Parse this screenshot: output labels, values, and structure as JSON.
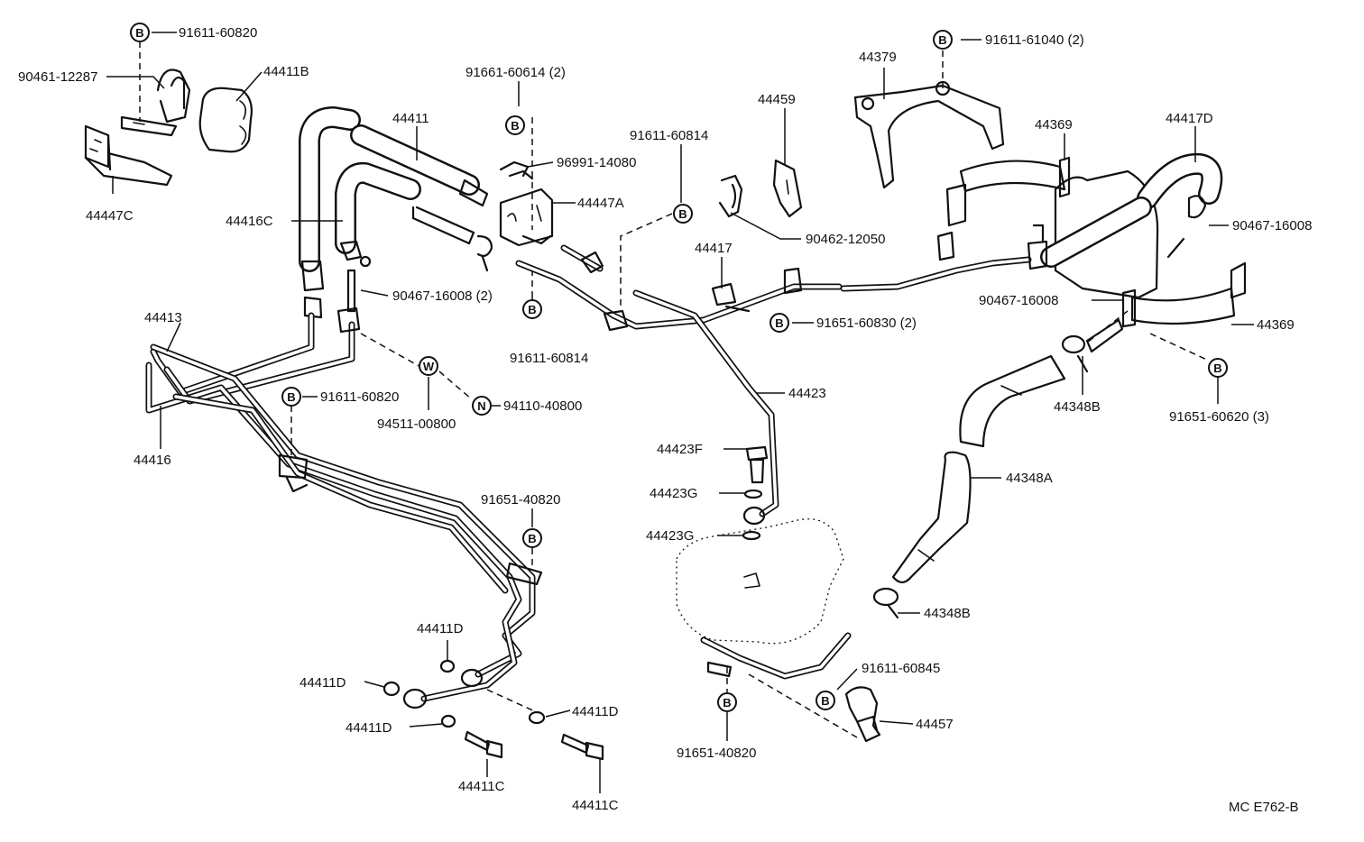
{
  "parts": {
    "p1": "91611-60820",
    "p2": "90461-12287",
    "p3": "44411B",
    "p4": "44447C",
    "p5": "44411",
    "p6": "44416C",
    "p7": "91661-60614 (2)",
    "p8": "96991-14080",
    "p9": "44447A",
    "p10": "91611-60814",
    "p11": "44459",
    "p12": "90462-12050",
    "p13": "44379",
    "p14": "91611-61040 (2)",
    "p15": "44369",
    "p16": "44417D",
    "p17": "90467-16008",
    "p18": "90467-16008 (2)",
    "p19": "44417",
    "p20": "91611-60814",
    "p21": "91651-60830 (2)",
    "p22": "90467-16008",
    "p23": "44369",
    "p24": "44413",
    "p25": "91611-60820",
    "p26": "94511-00800",
    "p27": "94110-40800",
    "p28": "44416",
    "p29": "44423",
    "p30": "44348B",
    "p31": "91651-60620 (3)",
    "p32": "44423F",
    "p33": "44423G",
    "p34": "44423G",
    "p35": "44348A",
    "p36": "91651-40820",
    "p37": "44348B",
    "p38": "44411D",
    "p39": "44411D",
    "p40": "44411D",
    "p41": "44411D",
    "p42": "44411C",
    "p43": "44411C",
    "p44": "91611-60845",
    "p45": "44457",
    "p46": "91651-40820"
  },
  "symbols": {
    "bolt": "B",
    "washer": "W",
    "nut": "N"
  },
  "ref_code": "MC E762-B"
}
